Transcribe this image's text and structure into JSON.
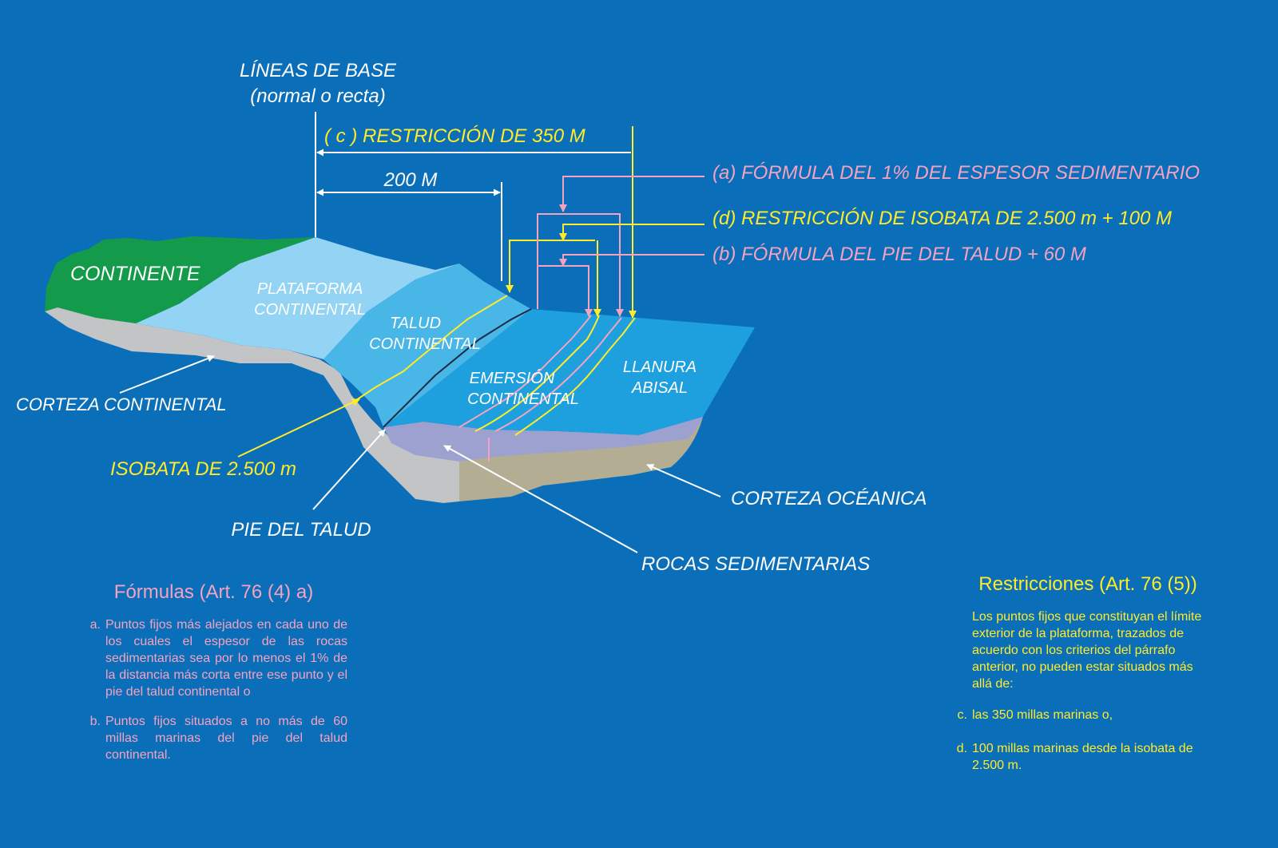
{
  "colors": {
    "background": "#0a6fb8",
    "yellow": "#ffeb2a",
    "pink": "#f5a2c0",
    "white": "#ffffff",
    "continent": "#139b4b",
    "shelf": "#93d3f3",
    "slope": "#48b6e6",
    "rise": "#1ea0de",
    "continental_crust": "#c3c4c6",
    "sediment": "#9da1cf",
    "oceanic_crust": "#b3ad93"
  },
  "labels": {
    "baselines_line1": "LÍNEAS DE BASE",
    "baselines_line2": "(normal o recta)",
    "restriction_350": "( c ) RESTRICCIÓN DE 350 M",
    "distance_200": "200 M",
    "formula_a": "(a) FÓRMULA DEL 1% DEL ESPESOR SEDIMENTARIO",
    "restriction_d": "(d) RESTRICCIÓN  DE ISOBATA DE 2.500 m + 100 M",
    "formula_b": "(b) FÓRMULA DEL PIE DEL TALUD + 60 M",
    "continente": "CONTINENTE",
    "plataforma_1": "PLATAFORMA",
    "plataforma_2": "CONTINENTAL",
    "talud_1": "TALUD",
    "talud_2": "CONTINENTAL",
    "emersion_1": "EMERSIÓN",
    "emersion_2": "CONTINENTAL",
    "llanura_1": "LLANURA",
    "llanura_2": "ABISAL",
    "corteza_continental": "CORTEZA CONTINENTAL",
    "isobata": "ISOBATA DE 2.500 m",
    "pie_talud": "PIE DEL TALUD",
    "corteza_oceanica": "CORTEZA OCÉANICA",
    "rocas_sedimentarias": "ROCAS SEDIMENTARIAS"
  },
  "formulas": {
    "title": "Fórmulas (Art. 76 (4) a)",
    "items": [
      {
        "letter": "a.",
        "text": "Puntos fijos más alejados en cada uno de los cuales el espesor de las rocas sedimentarias sea por lo menos el 1% de la distancia más corta entre ese punto y el pie del talud continental o"
      },
      {
        "letter": "b.",
        "text": "Puntos fijos situados a no más de 60 millas marinas del pie del talud continental."
      }
    ]
  },
  "restrictions": {
    "title": "Restricciones (Art. 76 (5))",
    "intro": "Los puntos fijos que constituyan el límite exterior de la plataforma, trazados de acuerdo con los criterios del párrafo anterior, no pueden estar situados más allá de:",
    "items": [
      {
        "letter": "c.",
        "text": "las 350 millas marinas o,"
      },
      {
        "letter": "d.",
        "text": "100 millas marinas desde la isobata de 2.500 m."
      }
    ]
  }
}
